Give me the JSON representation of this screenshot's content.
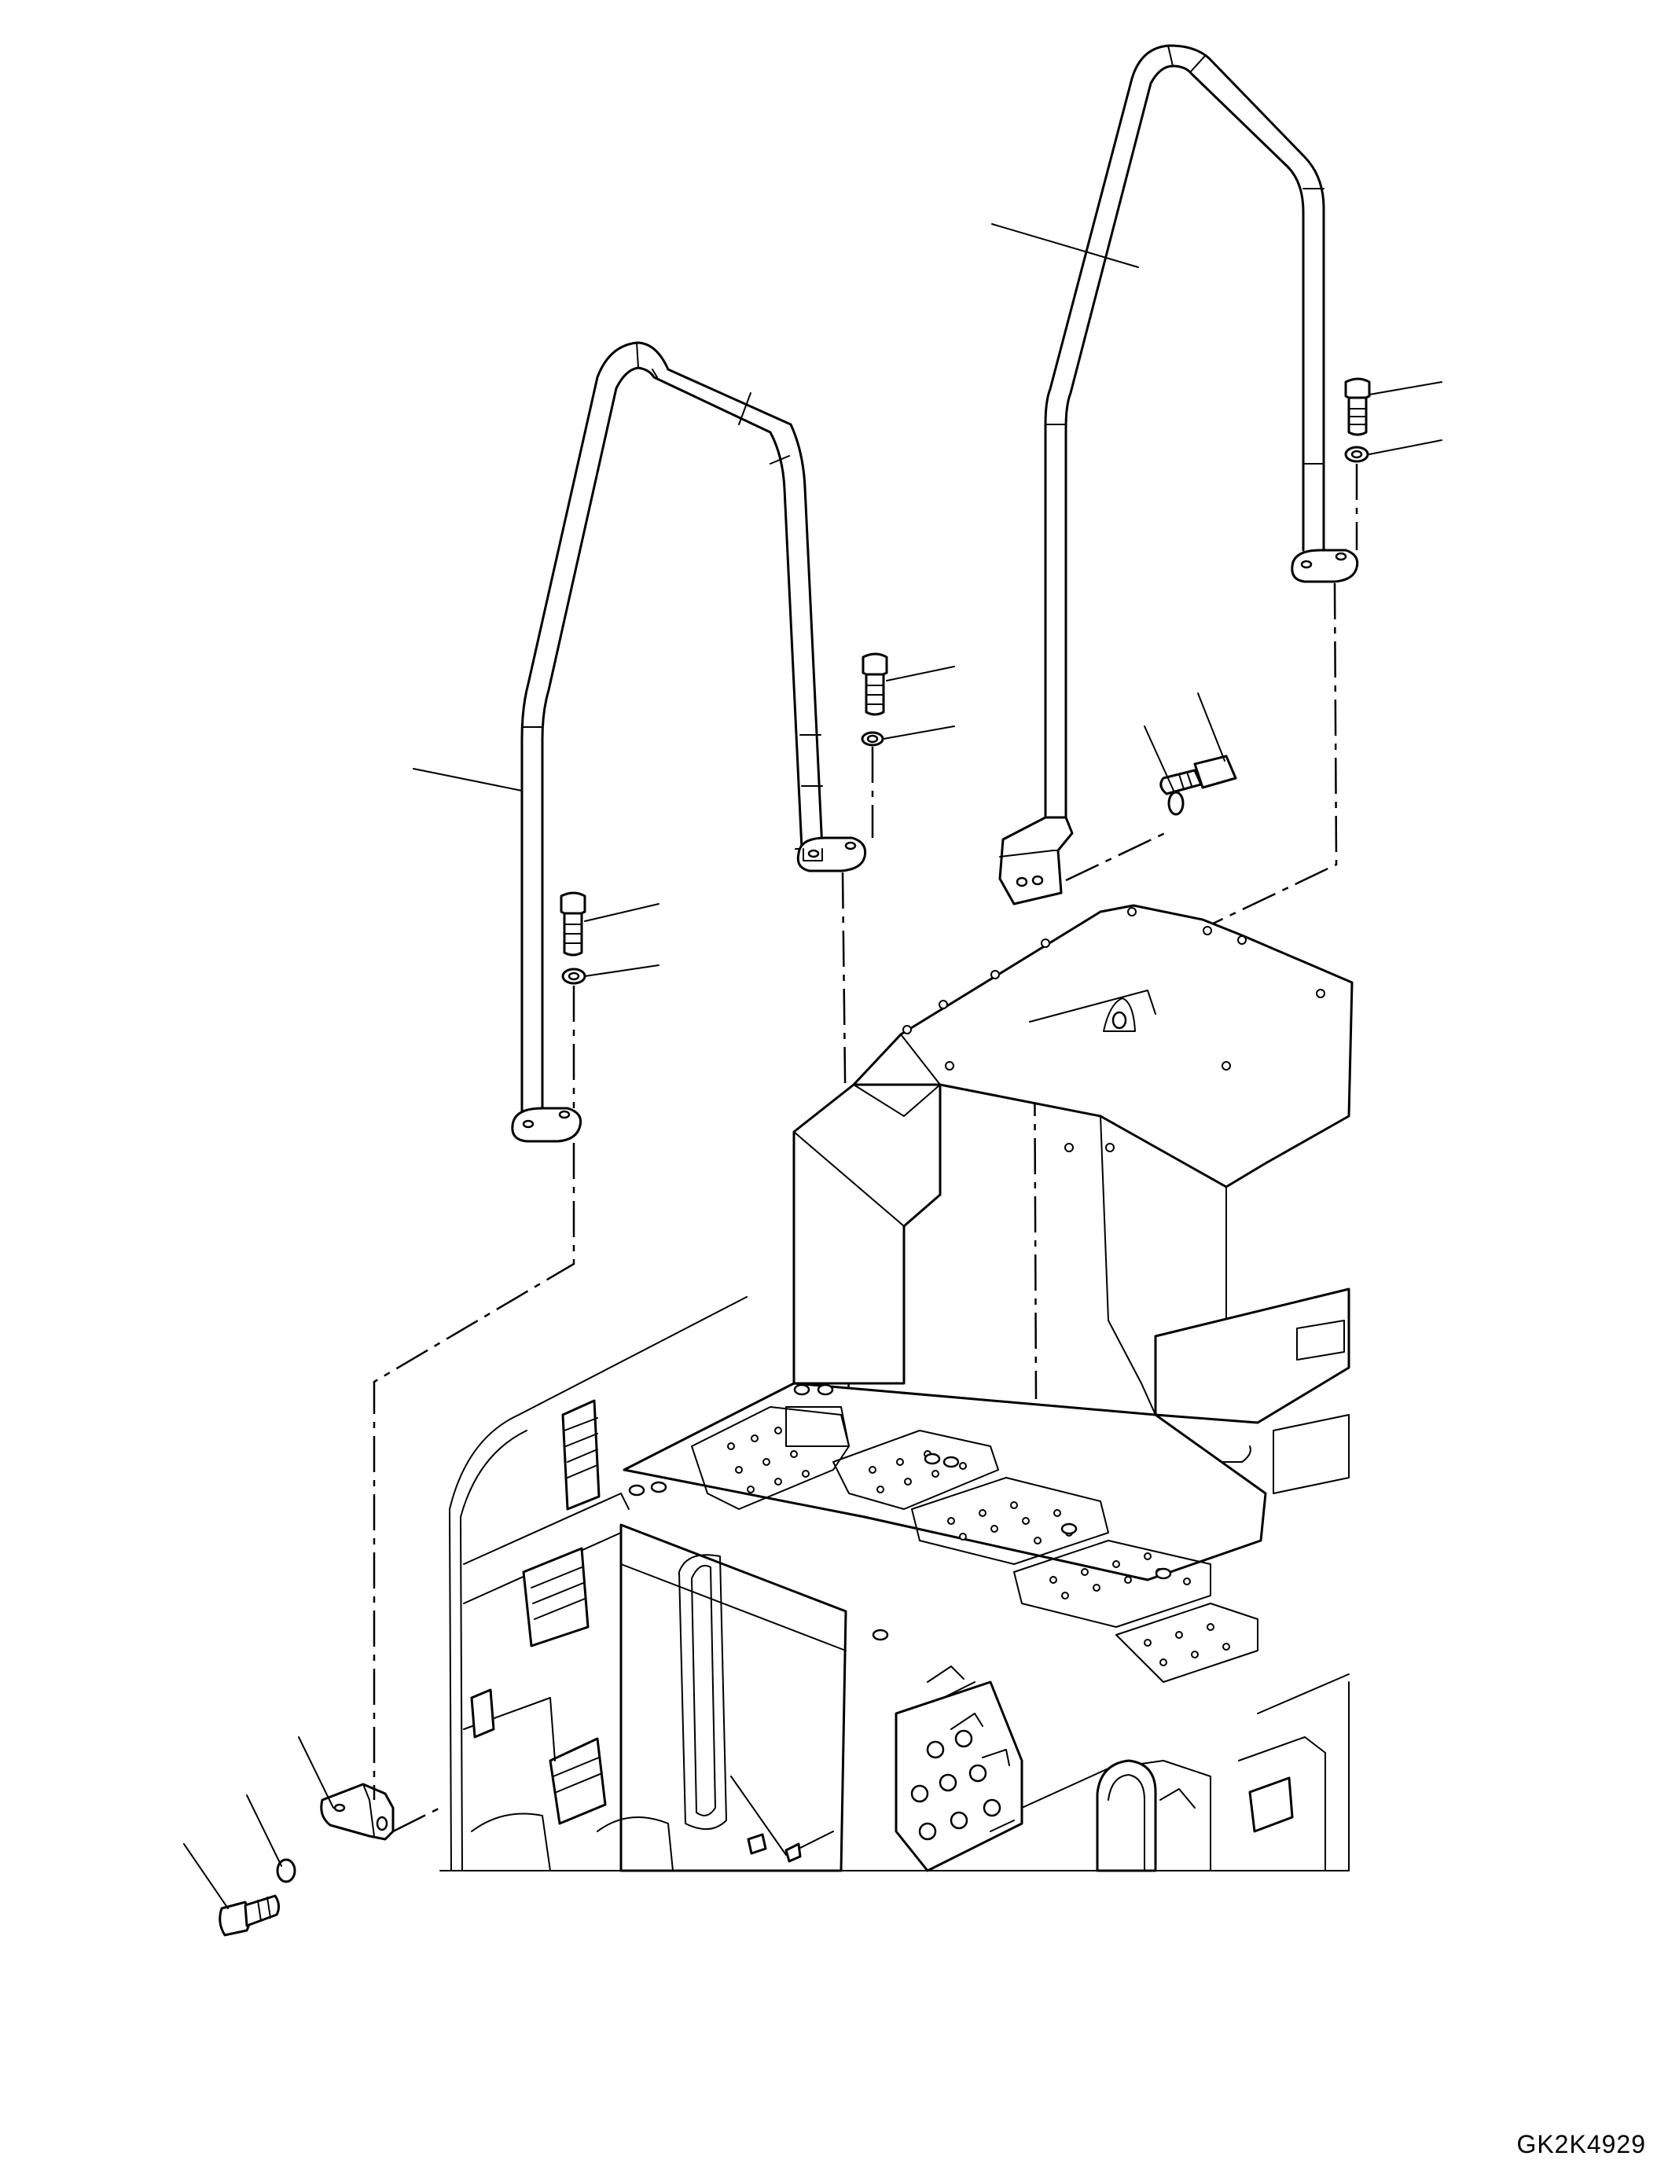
{
  "drawing": {
    "id_label": "GK2K4929"
  },
  "parts": [
    {
      "name": "handrail-left",
      "kind": "handrail"
    },
    {
      "name": "handrail-right",
      "kind": "handrail"
    },
    {
      "name": "bolt",
      "kind": "bolt"
    },
    {
      "name": "washer",
      "kind": "washer"
    },
    {
      "name": "bracket",
      "kind": "bracket"
    }
  ],
  "colors": {
    "line": "#000000",
    "background": "#ffffff"
  }
}
